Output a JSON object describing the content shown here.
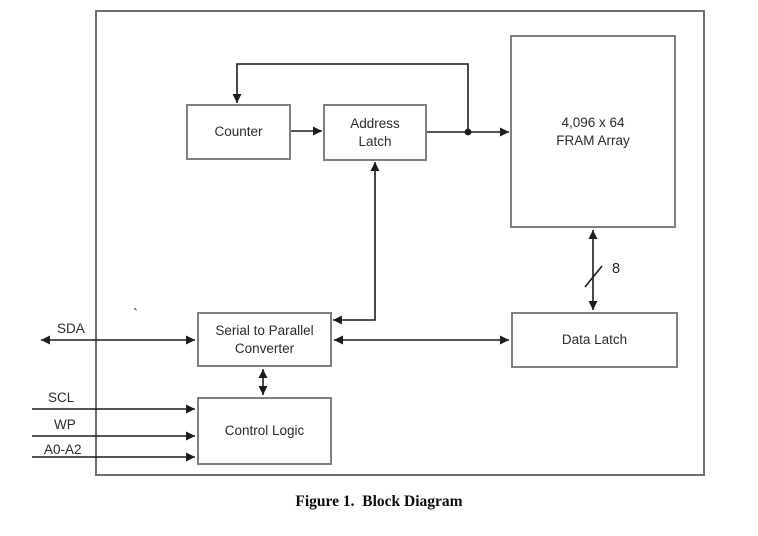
{
  "colors": {
    "background": "#ffffff",
    "frame_border": "#6f6f6f",
    "box_border": "#808080",
    "connector": "#1c1c1c",
    "text": "#2b2b2b",
    "caption_text": "#0d0d0d"
  },
  "blocks": {
    "counter": {
      "label": "Counter"
    },
    "address_latch": {
      "label": "Address\nLatch"
    },
    "fram_array": {
      "label": "4,096 x 64\nFRAM Array"
    },
    "serial_to_parallel_converter": {
      "label": "Serial to Parallel\nConverter"
    },
    "data_latch": {
      "label": "Data Latch"
    },
    "control_logic": {
      "label": "Control Logic"
    }
  },
  "signals": {
    "sda": "SDA",
    "scl": "SCL",
    "wp": "WP",
    "a0_a2": "A0-A2"
  },
  "bus": {
    "width_label": "8"
  },
  "stray_tick": "`",
  "caption": "Figure 1.  Block Diagram"
}
